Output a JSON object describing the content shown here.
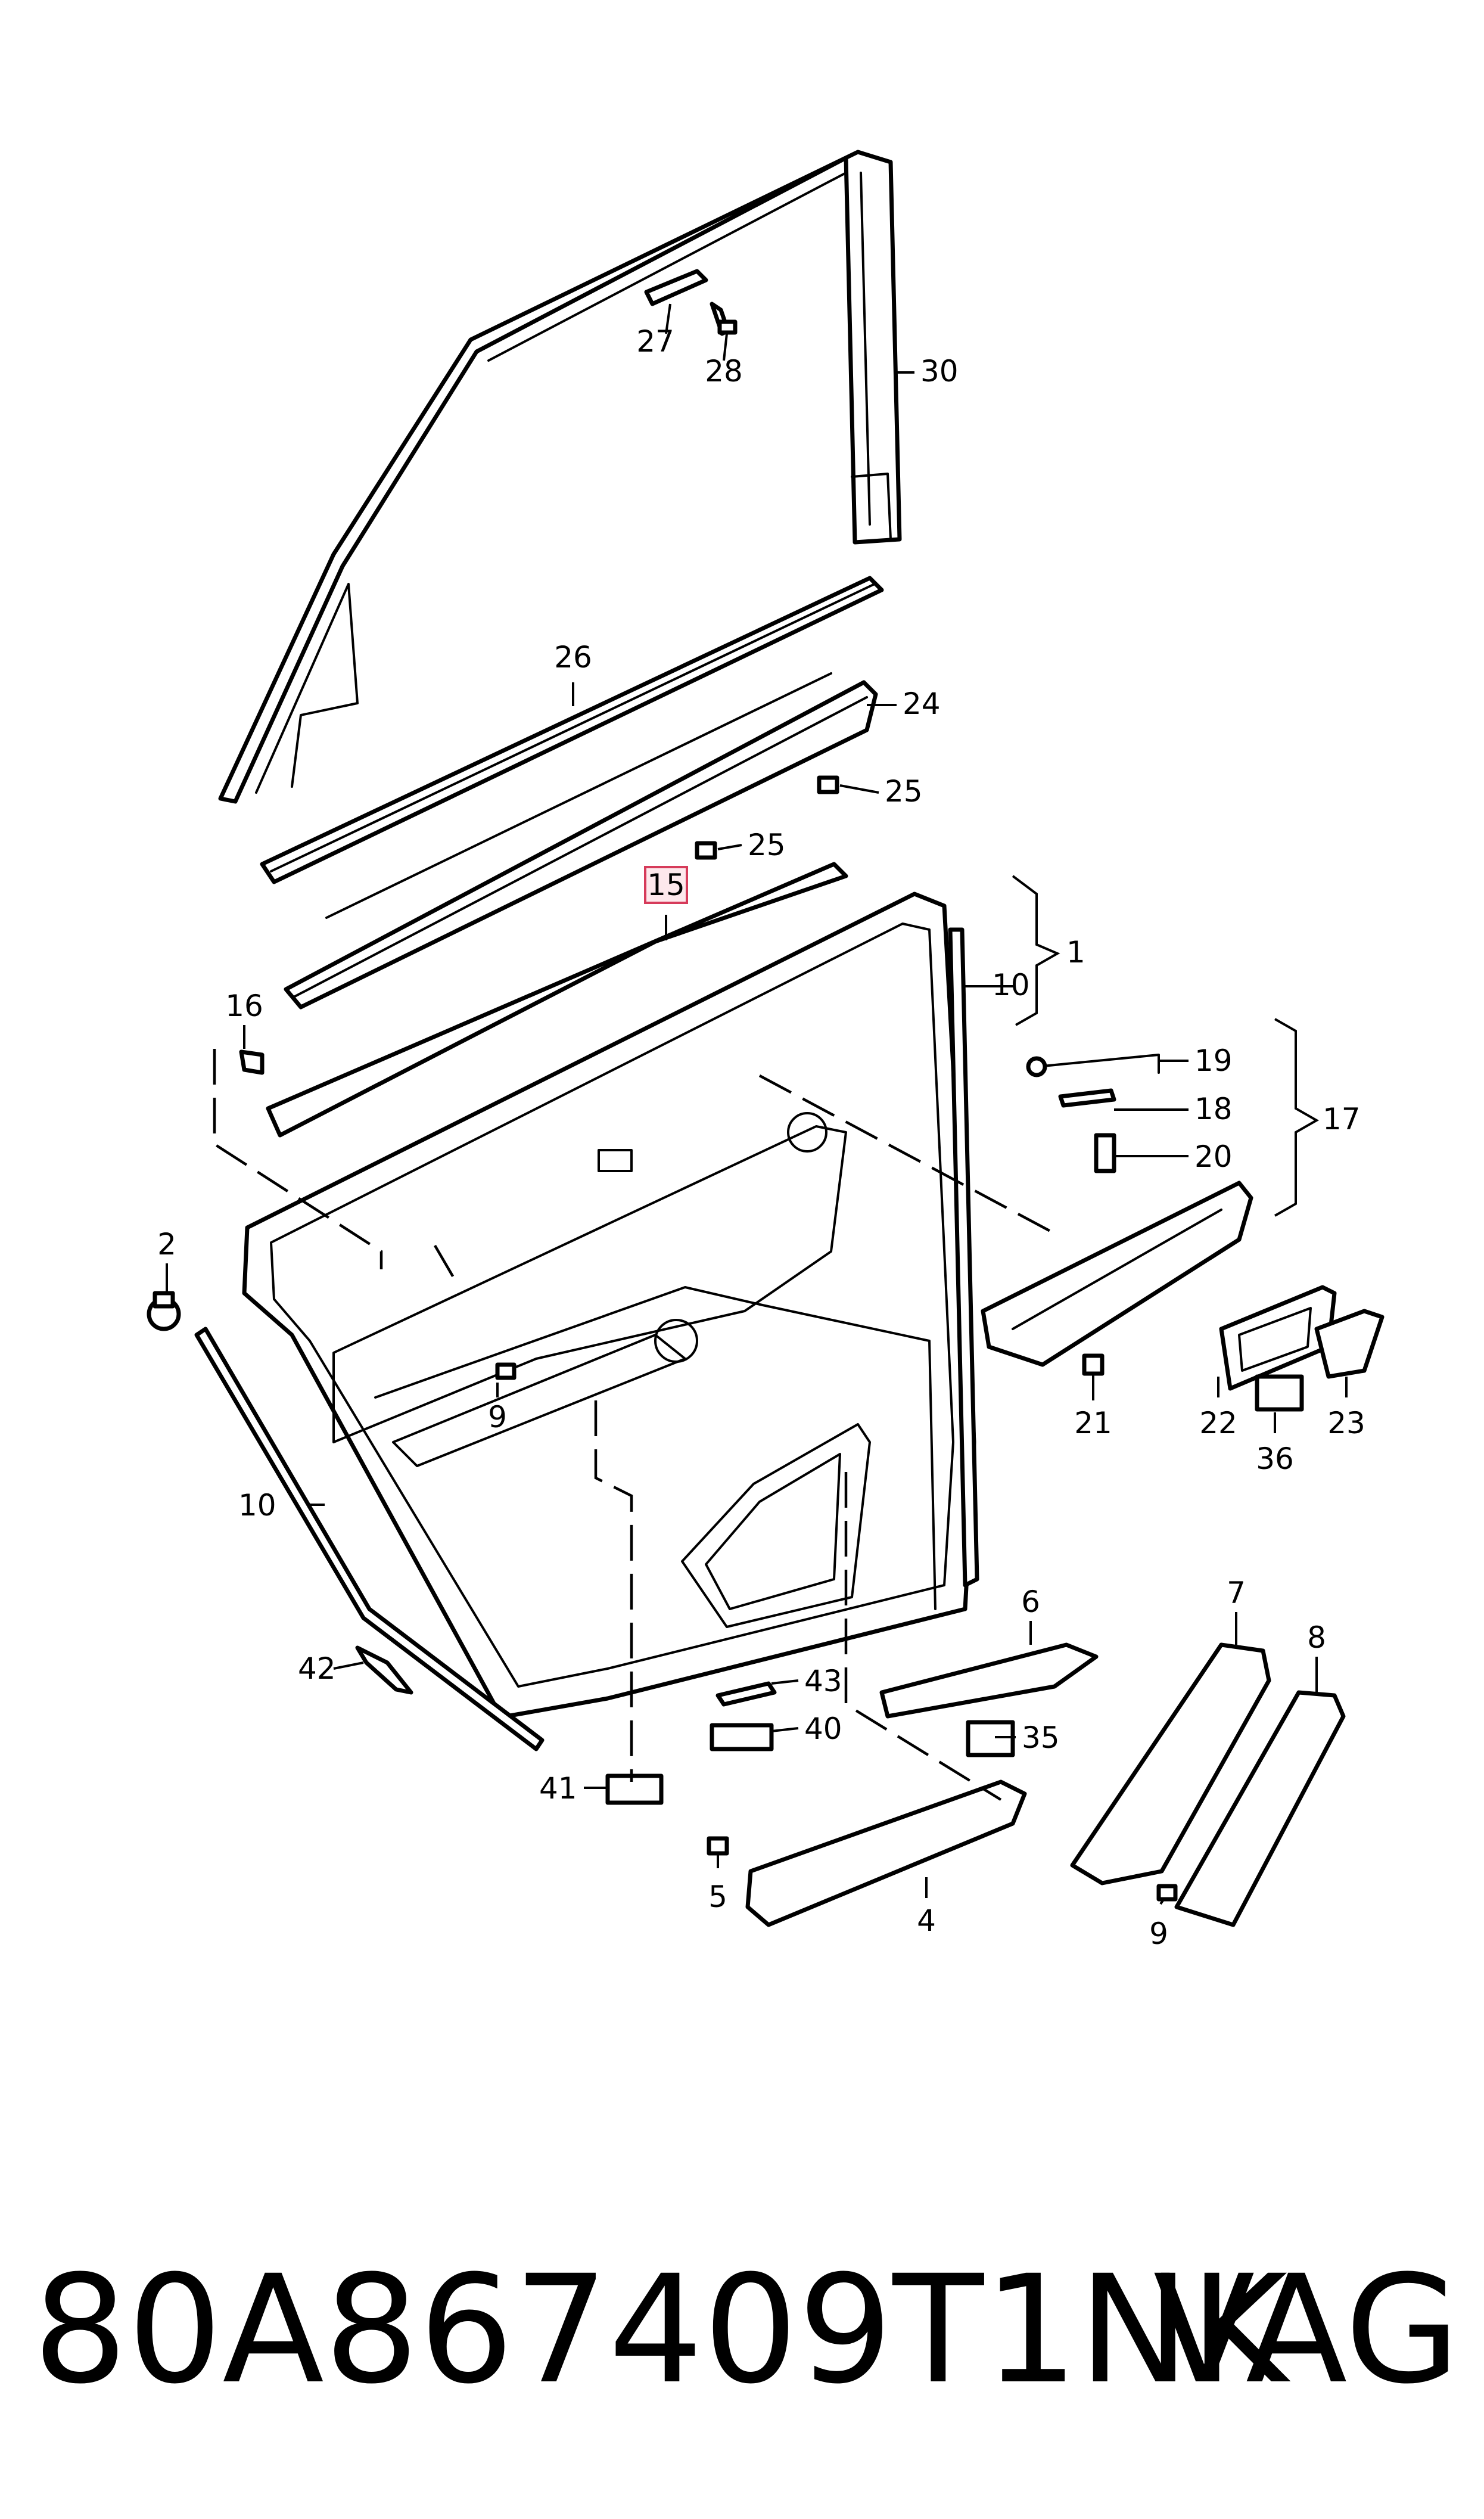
{
  "diagram": {
    "highlighted_callout": "15",
    "callouts": {
      "c1": "1",
      "c2": "2",
      "c4": "4",
      "c5": "5",
      "c6": "6",
      "c7": "7",
      "c8": "8",
      "c9a": "9",
      "c9b": "9",
      "c10a": "10",
      "c10b": "10",
      "c15": "15",
      "c16": "16",
      "c17": "17",
      "c18": "18",
      "c19": "19",
      "c20": "20",
      "c21": "21",
      "c22": "22",
      "c23": "23",
      "c24": "24",
      "c25a": "25",
      "c25b": "25",
      "c26": "26",
      "c27": "27",
      "c28": "28",
      "c30": "30",
      "c35": "35",
      "c36": "36",
      "c40": "40",
      "c41": "41",
      "c42": "42",
      "c43": "43"
    },
    "highlight_color": "#d63b5a"
  },
  "footer": {
    "part_number": "80A867409T1NK",
    "brand": "VAG"
  }
}
